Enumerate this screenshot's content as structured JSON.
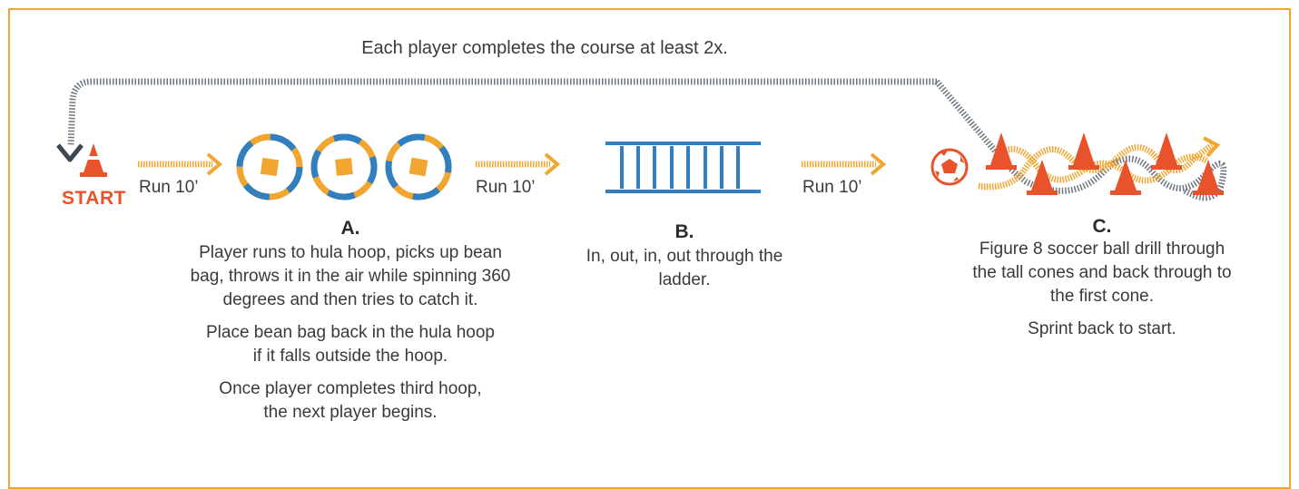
{
  "header": {
    "note": "Each player completes the course at least 2x."
  },
  "start_label": "START",
  "run_labels": [
    "Run 10’",
    "Run 10’",
    "Run 10’"
  ],
  "stations": [
    {
      "letter": "A.",
      "paragraphs": [
        "Player runs to hula hoop, picks up bean bag, throws it in the air while spinning 360 degrees and then tries to catch it.",
        "Place bean bag back in the hula hoop if it falls outside the hoop.",
        "Once player completes third hoop, the next player begins."
      ]
    },
    {
      "letter": "B.",
      "paragraphs": [
        "In, out, in, out through the ladder."
      ]
    },
    {
      "letter": "C.",
      "paragraphs": [
        "Figure 8 soccer ball drill through the tall cones and back through to the first cone.",
        "Sprint back to start."
      ]
    }
  ],
  "colors": {
    "orange": "#f0a630",
    "cone_red": "#e8532b",
    "hoop_blue": "#2f7fc1",
    "ladder_blue": "#2f7fc1",
    "return_path": "#6b7680",
    "frame": "#f0a630"
  },
  "icons": [
    "cone-icon",
    "hula-hoop-icon",
    "bean-bag-icon",
    "agility-ladder-icon",
    "soccer-ball-icon",
    "arrow-icon"
  ]
}
